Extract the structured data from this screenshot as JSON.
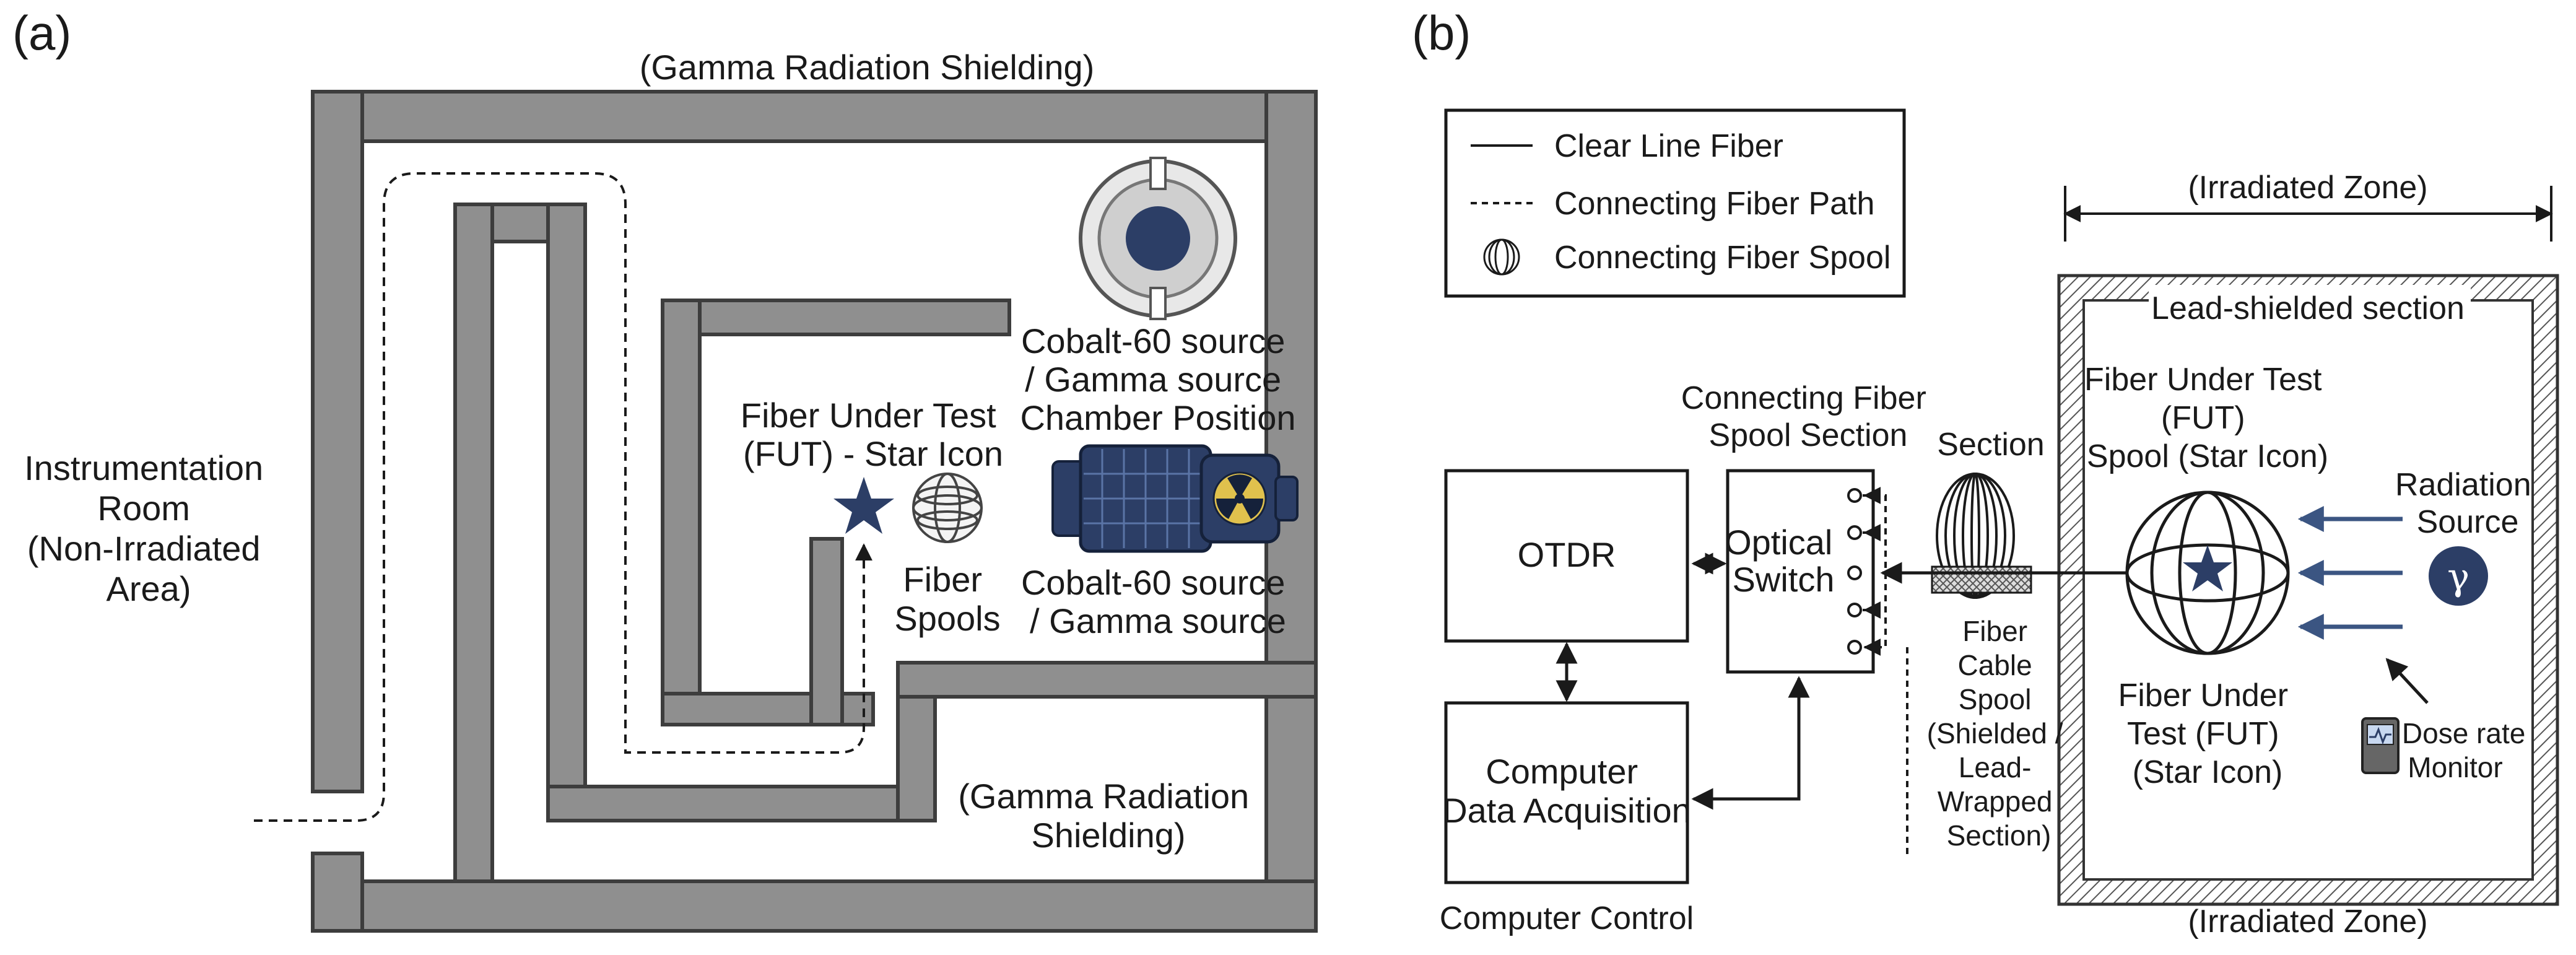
{
  "panel_a": {
    "tag": "(a)",
    "shielding_top": "(Gamma Radiation Shielding)",
    "shielding_bottom": [
      "(Gamma Radiation",
      "Shielding)"
    ],
    "instrumentation_room": [
      "Instrumentation",
      "Room",
      "(Non-Irradiated",
      "Area)"
    ],
    "chamber_label": [
      "Cobalt-60 source",
      "/ Gamma source",
      "Chamber Position"
    ],
    "fut_label": [
      "Fiber Under Test",
      "(FUT) - Star Icon"
    ],
    "spools_label": [
      "Fiber",
      "Spools"
    ],
    "source_label": [
      "Cobalt-60 source",
      "/ Gamma source"
    ]
  },
  "panel_b": {
    "tag": "(b)",
    "legend": {
      "items": [
        "Clear Line Fiber",
        "Connecting Fiber Path",
        "Connecting Fiber Spool"
      ]
    },
    "irradiated_zone_top": "(Irradiated Zone)",
    "irradiated_zone_bottom": "(Irradiated Zone)",
    "lead_shielded": "Lead-shielded section",
    "otdr": "OTDR",
    "computer_da": [
      "Computer",
      "Data Acquisition"
    ],
    "computer_control": "Computer Control",
    "spool_section": [
      "Connecting Fiber",
      "Spool Section"
    ],
    "optical_switch": [
      "Optical",
      "Switch"
    ],
    "section": "Section",
    "fiber_cable_spool": [
      "Fiber",
      "Cable",
      "Spool",
      "(Shielded /",
      "Lead-",
      "Wrapped",
      "Section)"
    ],
    "fut_top": [
      "Fiber Under Test",
      "(FUT)",
      "Spool (Star Icon)"
    ],
    "fut_bottom": [
      "Fiber Under",
      "Test (FUT)",
      "(Star Icon)"
    ],
    "radiation_source": [
      "Radiation",
      "Source"
    ],
    "gamma_symbol": "γ",
    "dose_monitor": [
      "Dose rate",
      "Monitor"
    ]
  },
  "colors": {
    "wall_fill": "#8f8f8f",
    "wall_edge": "#3d3d3d",
    "navy": "#2c3e66",
    "arrow_blue": "#3b5582",
    "hatch": "#555555"
  }
}
